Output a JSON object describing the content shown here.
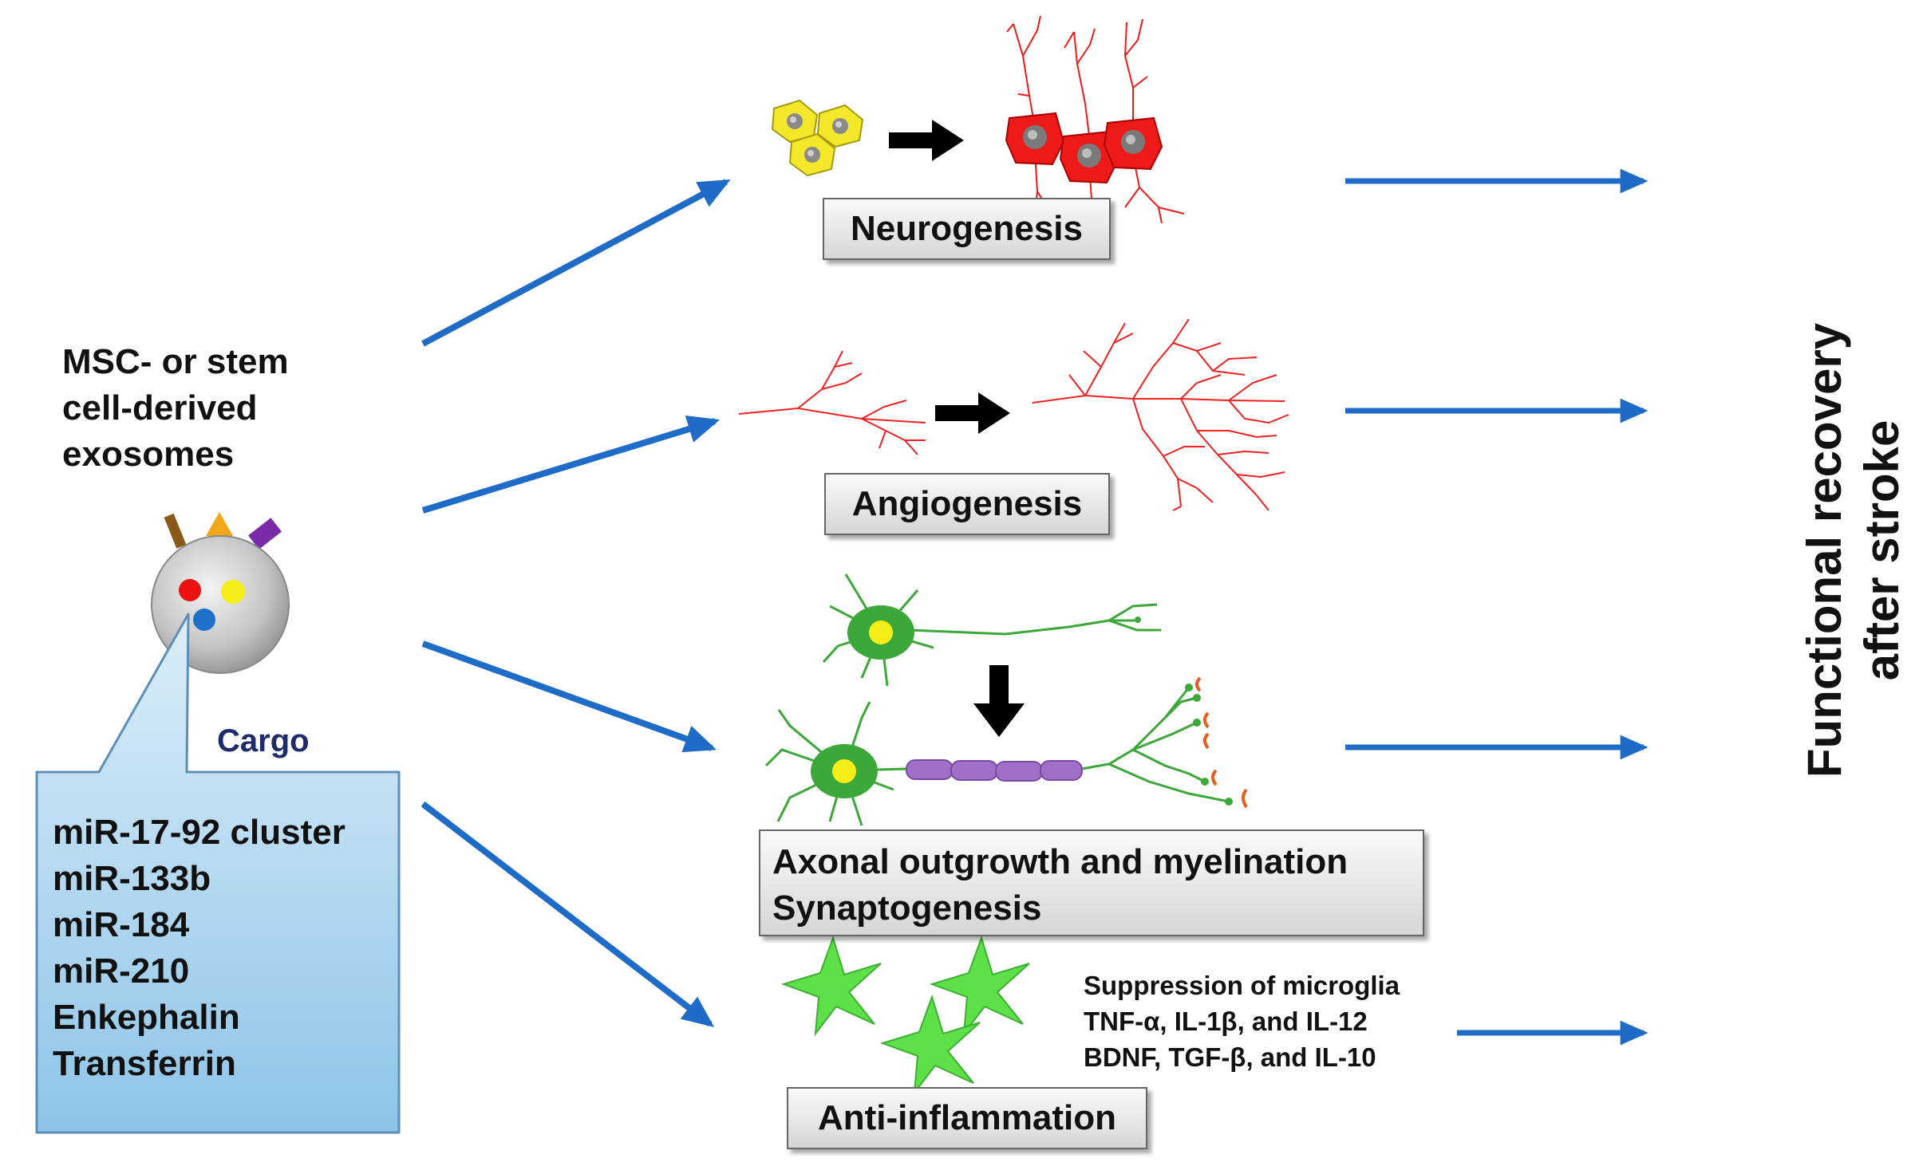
{
  "exosome": {
    "title_lines": [
      "MSC- or stem",
      "cell-derived",
      "exosomes"
    ],
    "cargo_label": "Cargo",
    "cargo_items": [
      "miR-17-92 cluster",
      "miR-133b",
      "miR-184",
      "miR-210",
      "Enkephalin",
      "Transferrin"
    ]
  },
  "processes": {
    "neurogenesis": "Neurogenesis",
    "angiogenesis": "Angiogenesis",
    "axonal_line1": "Axonal outgrowth and myelination",
    "axonal_line2": "Synaptogenesis",
    "anti_inflammation": "Anti-inflammation"
  },
  "inflammation_details": [
    "Suppression of microglia",
    "TNF-α, IL-1β, and IL-12",
    "BDNF, TGF-β, and IL-10"
  ],
  "outcome_lines": [
    "Functional recovery",
    "after stroke"
  ],
  "colors": {
    "arrow_blue": "#1e6cc8",
    "vessel_red": "#ee2222",
    "neuron_green": "#3ca83a",
    "progenitor_yellow": "#f5e82a",
    "myelin_purple": "#a070c8",
    "cargo_box_fill": "#a9d3ee",
    "cargo_label_color": "#1f2a6b",
    "cargo_red": "#ee1111",
    "cargo_yellow": "#f5ee18",
    "cargo_blue": "#1e70c8"
  }
}
